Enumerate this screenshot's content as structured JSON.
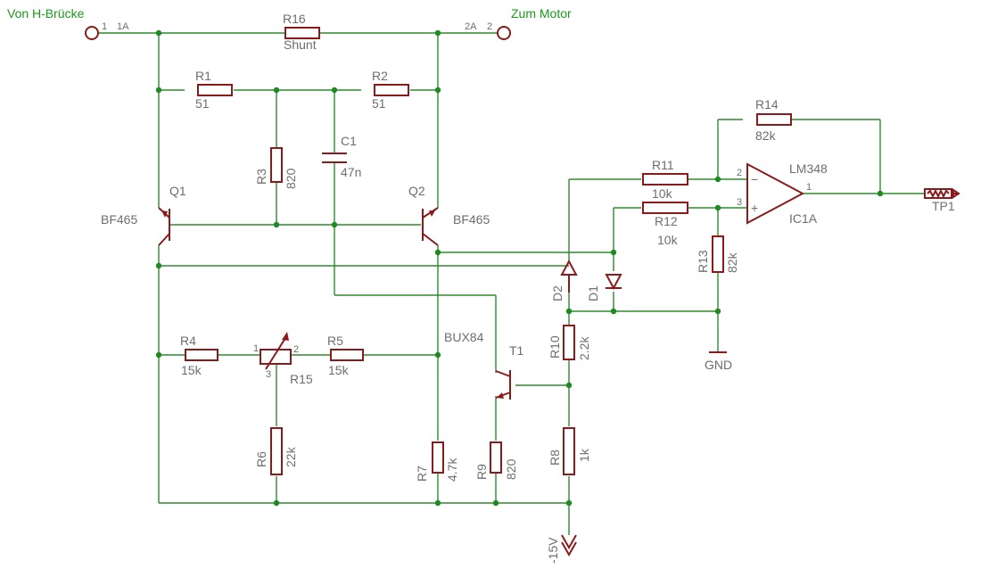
{
  "title": "",
  "nets": {
    "in_label": "Von H-Brücke",
    "out_label": "Zum Motor"
  },
  "pins": {
    "p1": "1",
    "p1a": "1A",
    "p2a": "2A",
    "p2": "2",
    "ic_in_neg": "2",
    "ic_in_pos": "3",
    "ic_out": "1",
    "pot1": "1",
    "pot2": "2",
    "pot3": "3"
  },
  "parts": {
    "R16": {
      "name": "R16",
      "value": "Shunt"
    },
    "R1": {
      "name": "R1",
      "value": "51"
    },
    "R2": {
      "name": "R2",
      "value": "51"
    },
    "R3": {
      "name": "R3",
      "value": "820"
    },
    "C1": {
      "name": "C1",
      "value": "47n"
    },
    "Q1": {
      "name": "Q1",
      "value": "BF465"
    },
    "Q2": {
      "name": "Q2",
      "value": "BF465"
    },
    "R4": {
      "name": "R4",
      "value": "15k"
    },
    "R5": {
      "name": "R5",
      "value": "15k"
    },
    "R15": {
      "name": "R15"
    },
    "R6": {
      "name": "R6",
      "value": "22k"
    },
    "R7": {
      "name": "R7",
      "value": "4.7k"
    },
    "R9": {
      "name": "R9",
      "value": "820"
    },
    "T1": {
      "name": "T1",
      "value": "BUX84"
    },
    "R10": {
      "name": "R10",
      "value": "2.2k"
    },
    "R8": {
      "name": "R8",
      "value": "1k"
    },
    "D1": {
      "name": "D1"
    },
    "D2": {
      "name": "D2"
    },
    "R11": {
      "name": "R11",
      "value": "10k"
    },
    "R12": {
      "name": "R12",
      "value": "10k"
    },
    "R13": {
      "name": "R13",
      "value": "82k"
    },
    "R14": {
      "name": "R14",
      "value": "82k"
    },
    "IC1": {
      "name": "IC1A",
      "type": "LM348"
    },
    "TP1": {
      "name": "TP1"
    }
  },
  "supplies": {
    "gnd": "GND",
    "neg": "-15V"
  }
}
